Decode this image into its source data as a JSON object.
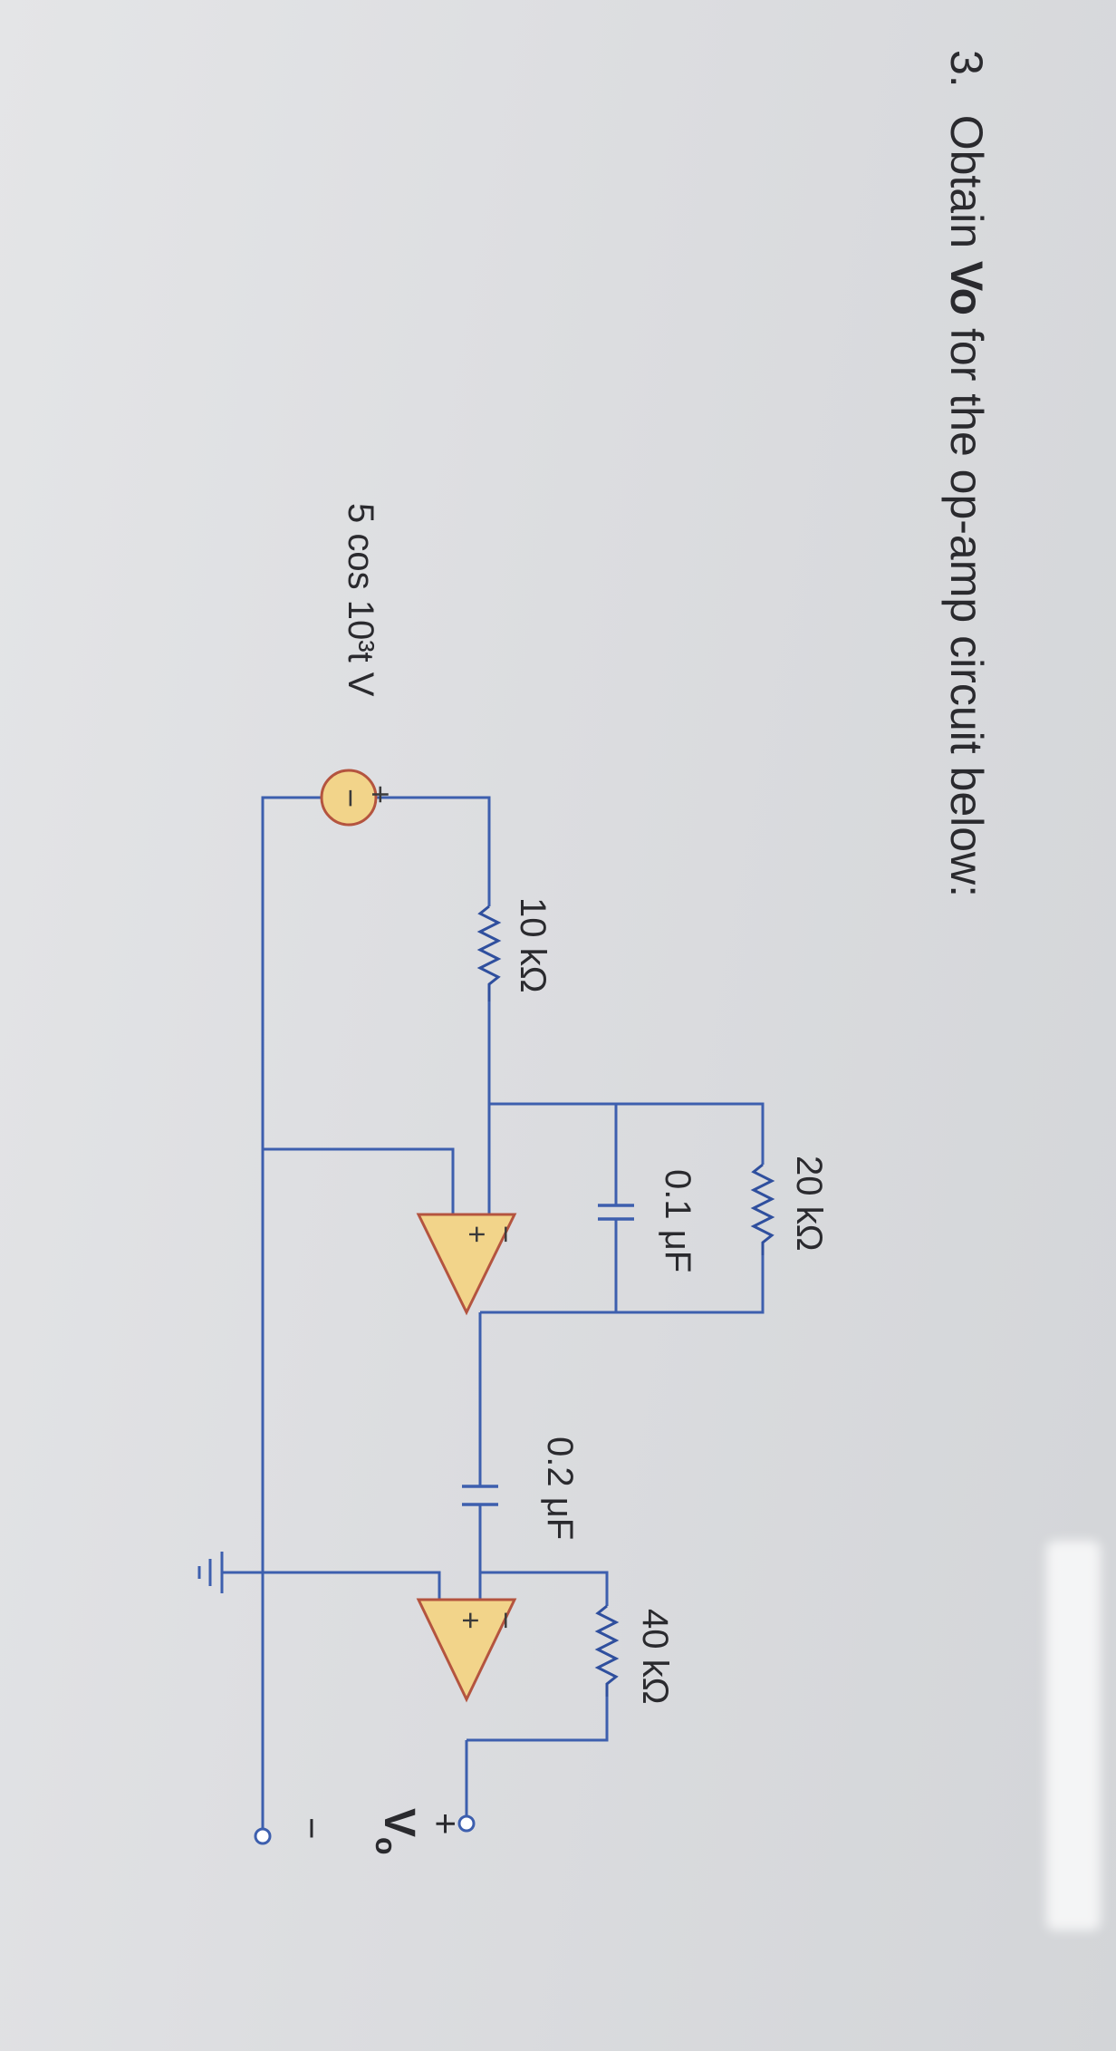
{
  "problem": {
    "number": "3.",
    "text_before": "Obtain ",
    "text_bold": "Vo",
    "text_after": " for the op-amp circuit below:"
  },
  "components": {
    "r_feedback1": "20 kΩ",
    "c_feedback1": "0.1 μF",
    "r_input": "10 kΩ",
    "c_coupling": "0.2 μF",
    "r_feedback2": "40 kΩ",
    "source": "5 cos 10³t V",
    "source_plus": "+",
    "source_minus": "−",
    "opamp_minus": "−",
    "opamp_plus": "+",
    "output_label": "V",
    "output_subscript": "o",
    "output_plus": "+",
    "output_minus": "−"
  },
  "colors": {
    "wire": "#3d5fae",
    "opamp_fill": "#f2d48a",
    "opamp_stroke": "#b4543f",
    "resistor": "#2f4f9e",
    "text": "#2a2a2e"
  }
}
